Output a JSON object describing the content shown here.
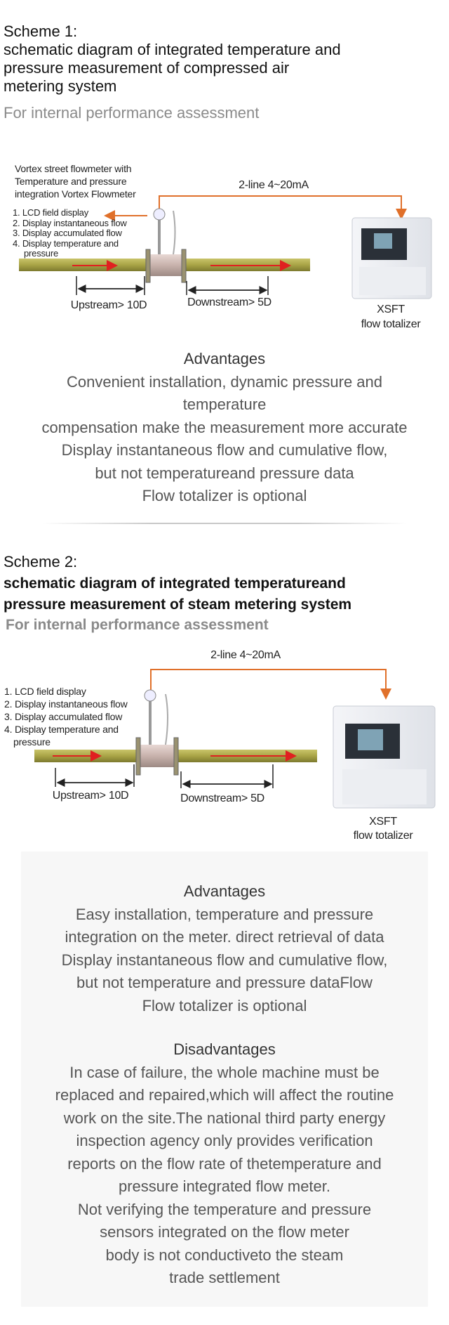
{
  "scheme1": {
    "title_lines": [
      "Scheme 1:",
      "schematic diagram of integrated temperature and",
      "pressure measurement of compressed air",
      "metering system"
    ],
    "subtitle": "For internal performance assessment",
    "diagram": {
      "caption_lines": [
        "Vortex street flowmeter with",
        "Temperature and pressure",
        "integration  Vortex Flowmeter"
      ],
      "signal_label": "2-line 4~20mA",
      "features": [
        "1. LCD field display",
        "2. Display instantaneous flow",
        "3. Display accumulated flow",
        "4. Display temperature and",
        "pressure"
      ],
      "upstream": "Upstream> 10D",
      "downstream": "Downstream> 5D",
      "totalizer_model": "XSFT",
      "totalizer_label": "flow totalizer"
    },
    "advantages_title": "Advantages",
    "advantages_lines": [
      "Convenient installation, dynamic pressure and",
      "temperature",
      "compensation make the measurement more accurate",
      "Display instantaneous flow and cumulative flow,",
      "but not temperatureand pressure data",
      "Flow totalizer is optional"
    ]
  },
  "scheme2": {
    "title_lines": [
      "Scheme 2:",
      "schematic diagram of integrated temperatureand",
      "pressure measurement of steam metering system"
    ],
    "subtitle": "For internal performance assessment",
    "diagram": {
      "signal_label": "2-line 4~20mA",
      "features": [
        "1. LCD field display",
        "2. Display instantaneous flow",
        "3. Display accumulated flow",
        "4. Display temperature and",
        "pressure"
      ],
      "upstream": "Upstream> 10D",
      "downstream": "Downstream> 5D",
      "totalizer_model": "XSFT",
      "totalizer_label": "flow totalizer"
    },
    "advantages_title": "Advantages",
    "advantages_lines": [
      "Easy installation, temperature and pressure",
      "integration on the meter. direct retrieval of data",
      "Display instantaneous flow and cumulative flow,",
      "but not temperature and pressure dataFlow",
      "Flow totalizer is optional"
    ],
    "disadvantages_title": "Disadvantages",
    "disadvantages_lines": [
      "In case of failure, the whole machine must be",
      "replaced and repaired,which will affect the routine",
      "work on the site.The national third party energy",
      "inspection agency only provides verification",
      "reports on the flow rate of thetemperature and",
      "pressure integrated flow meter.",
      "Not verifying the temperature and pressure",
      "sensors integrated on the flow meter",
      "body is not conductiveto the steam",
      "trade settlement"
    ]
  },
  "colors": {
    "signal": "#e0702a",
    "flow_arrow": "#e02020",
    "pipe": "#a9a446"
  }
}
